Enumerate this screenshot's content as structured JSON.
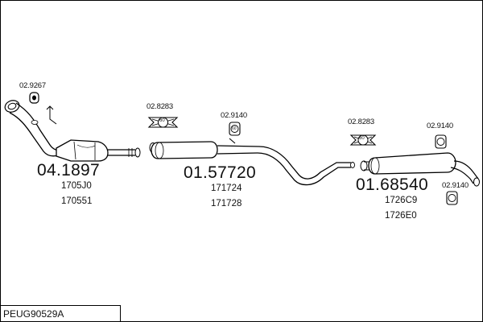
{
  "parts": {
    "cat": {
      "number": "04.1897",
      "refs": [
        "1705J0",
        "170551"
      ]
    },
    "mid": {
      "number": "01.57720",
      "refs": [
        "171724",
        "171728"
      ]
    },
    "rear": {
      "number": "01.68540",
      "refs": [
        "1726C9",
        "1726E0"
      ]
    }
  },
  "accessories": {
    "clamp_front": "02.9267",
    "gasket_left": "02.8283",
    "rubber_mid": "02.9140",
    "gasket_right": "02.8283",
    "rubber_rear_top": "02.9140",
    "rubber_rear_bottom": "02.9140"
  },
  "badges": {
    "gasket": "60",
    "rubber": "60"
  },
  "kit_code": "PEUG90529A"
}
